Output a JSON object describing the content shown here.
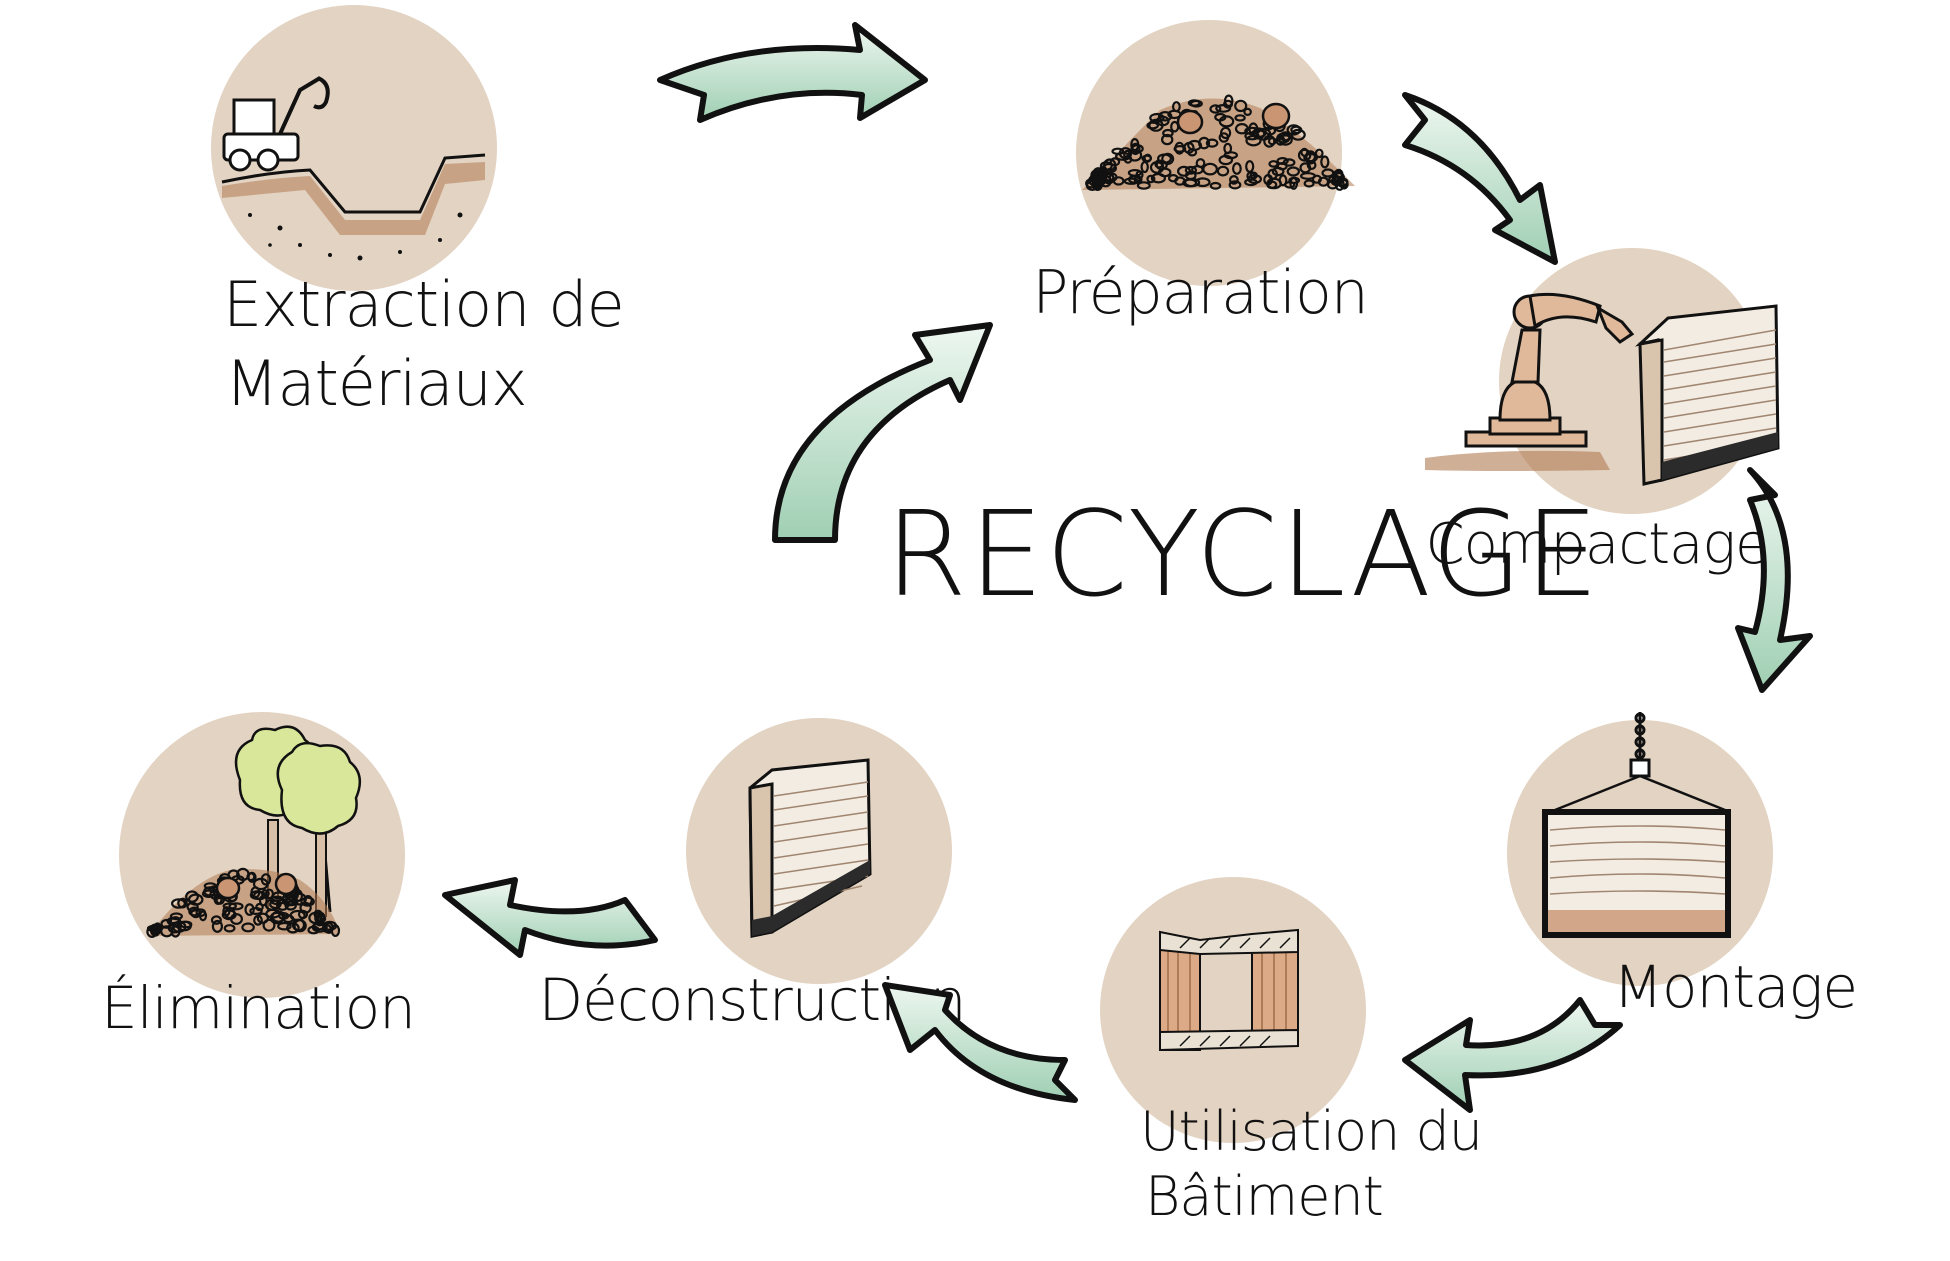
{
  "diagram": {
    "center_label": "RECYCLAGE",
    "stages": [
      {
        "id": "extraction",
        "lines": [
          "Extraction de",
          "Matériaux"
        ],
        "icon": "excavator-pit-icon"
      },
      {
        "id": "preparation",
        "lines": [
          "Préparation"
        ],
        "icon": "gravel-pile-icon"
      },
      {
        "id": "compactage",
        "lines": [
          "Compactage"
        ],
        "icon": "robot-arm-wall-icon"
      },
      {
        "id": "montage",
        "lines": [
          "Montage"
        ],
        "icon": "crane-panel-icon"
      },
      {
        "id": "utilisation",
        "lines": [
          "Utilisation du",
          "Bâtiment"
        ],
        "icon": "building-frame-icon"
      },
      {
        "id": "deconstruction",
        "lines": [
          "Déconstruction"
        ],
        "icon": "earth-wall-icon"
      },
      {
        "id": "elimination",
        "lines": [
          "Élimination"
        ],
        "icon": "trees-gravel-icon"
      }
    ],
    "colors": {
      "circle": "#e3d3c2",
      "arrow_fill": "#b9dcc7",
      "arrow_stroke": "#111111",
      "earth": "#b07a52",
      "tree": "#d9e79a"
    }
  }
}
